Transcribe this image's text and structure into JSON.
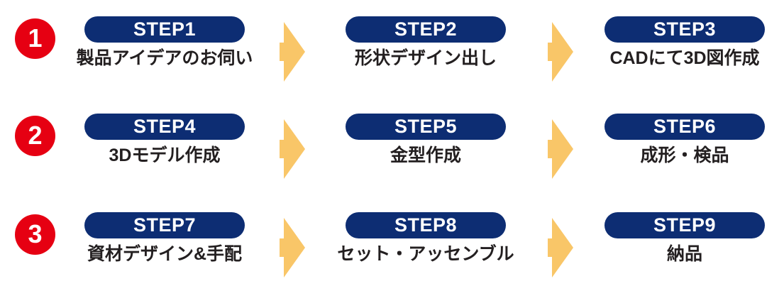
{
  "diagram": {
    "title": "Production process steps",
    "colors": {
      "badge_red": "#e60012",
      "pill_navy": "#0d2d73",
      "arrow_amber": "#f9c668",
      "label_text": "#231f20",
      "pill_text": "#ffffff",
      "background": "#ffffff"
    },
    "arrow_icon_name": "right-arrow-pennant-icon",
    "rows": [
      {
        "badge": "1",
        "steps": [
          {
            "pill": "STEP1",
            "label": "製品アイデアのお伺い"
          },
          {
            "pill": "STEP2",
            "label": "形状デザイン出し"
          },
          {
            "pill": "STEP3",
            "label": "CADにて3D図作成"
          }
        ],
        "arrows_after": [
          true,
          true,
          false
        ]
      },
      {
        "badge": "2",
        "steps": [
          {
            "pill": "STEP4",
            "label": "3Dモデル作成"
          },
          {
            "pill": "STEP5",
            "label": "金型作成"
          },
          {
            "pill": "STEP6",
            "label": "成形・検品"
          }
        ],
        "arrows_after": [
          true,
          true,
          false
        ]
      },
      {
        "badge": "3",
        "steps": [
          {
            "pill": "STEP7",
            "label": "資材デザイン&手配"
          },
          {
            "pill": "STEP8",
            "label": "セット・アッセンブル"
          },
          {
            "pill": "STEP9",
            "label": "納品"
          }
        ],
        "arrows_after": [
          true,
          true,
          false
        ]
      }
    ]
  }
}
